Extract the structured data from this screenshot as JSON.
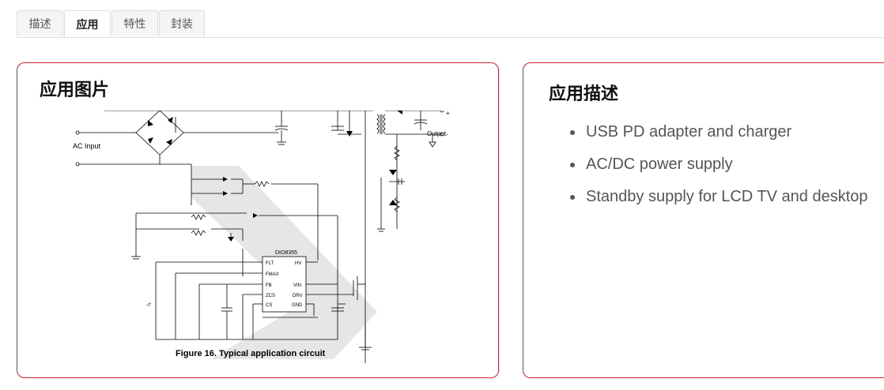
{
  "tabs": [
    {
      "label": "描述",
      "active": false
    },
    {
      "label": "应用",
      "active": true
    },
    {
      "label": "特性",
      "active": false
    },
    {
      "label": "封装",
      "active": false
    }
  ],
  "image_panel": {
    "title": "应用图片",
    "figure": {
      "caption": "Figure 16. Typical application circuit",
      "chip_name": "DIO8355",
      "pins_left": [
        "FLT",
        "FMAX",
        "FB",
        "ZCS",
        "CS"
      ],
      "pins_right": [
        "HV",
        "VIN",
        "DRV",
        "GND"
      ],
      "input_label": "AC Input",
      "output_label": "Output",
      "plus": "+",
      "minus": "-",
      "thermistor_label": "−t°"
    }
  },
  "description_panel": {
    "title": "应用描述",
    "items": [
      "USB PD adapter and charger",
      "AC/DC power supply",
      "Standby supply for LCD TV and desktop"
    ]
  },
  "colors": {
    "panel_border": "#cc2233",
    "tab_border": "#dddddd"
  }
}
